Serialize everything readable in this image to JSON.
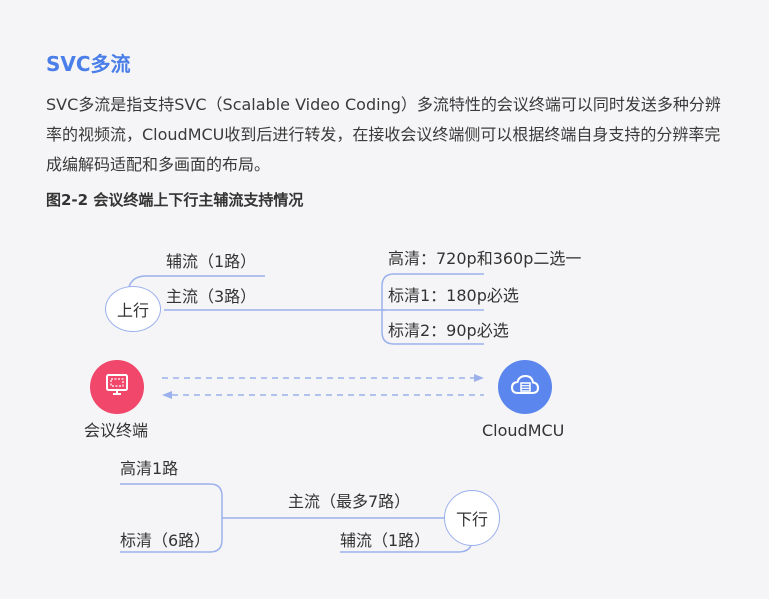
{
  "section": {
    "title": "SVC多流",
    "paragraph": "SVC多流是指支持SVC（Scalable Video Coding）多流特性的会议终端可以同时发送多种分辨率的视频流，CloudMCU收到后进行转发，在接收会议终端侧可以根据终端自身支持的分辨率完成编解码适配和多画面的布局。",
    "figure_caption": "图2-2 会议终端上下行主辅流支持情况"
  },
  "diagram": {
    "uplink": {
      "node_label": "上行",
      "aux_stream": "辅流（1路）",
      "main_stream": "主流（3路）",
      "resolutions": [
        "高清：720p和360p二选一",
        "标清1：180p必选",
        "标清2：90p必选"
      ]
    },
    "endpoints": {
      "terminal_label": "会议终端",
      "terminal_icon": "monitor-icon",
      "terminal_color": "#f0476a",
      "mcu_label": "CloudMCU",
      "mcu_icon": "cloud-server-icon",
      "mcu_color": "#5b86ee"
    },
    "downlink": {
      "node_label": "下行",
      "hd_stream": "高清1路",
      "sd_stream": "标清（6路）",
      "main_stream": "主流（最多7路）",
      "aux_stream": "辅流（1路）"
    },
    "line_color": "#9bb1ec"
  }
}
